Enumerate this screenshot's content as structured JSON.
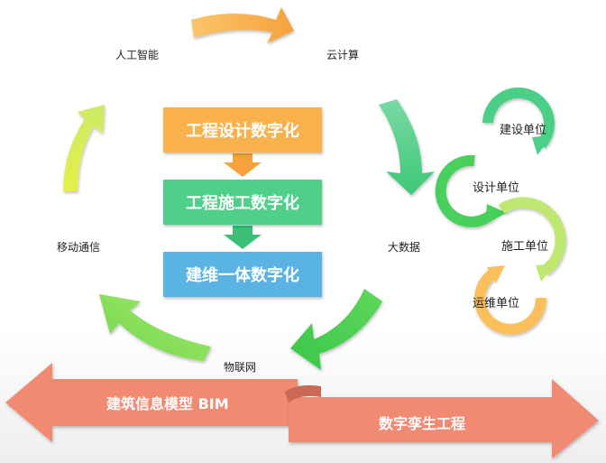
{
  "tech_cycle": {
    "ai": "人工智能",
    "cloud": "云计算",
    "bigdata": "大数据",
    "iot": "物联网",
    "mobile": "移动通信"
  },
  "stages": [
    {
      "label": "工程设计数字化",
      "color": "#f9b14b"
    },
    {
      "label": "工程施工数字化",
      "color": "#4fcf8a"
    },
    {
      "label": "建维一体数字化",
      "color": "#5ab4e3"
    }
  ],
  "units": [
    "建设单位",
    "设计单位",
    "施工单位",
    "运维单位"
  ],
  "ribbon": {
    "bim": "建筑信息模型 BIM",
    "twin": "数字孪生工程",
    "color": "#f08a72"
  }
}
